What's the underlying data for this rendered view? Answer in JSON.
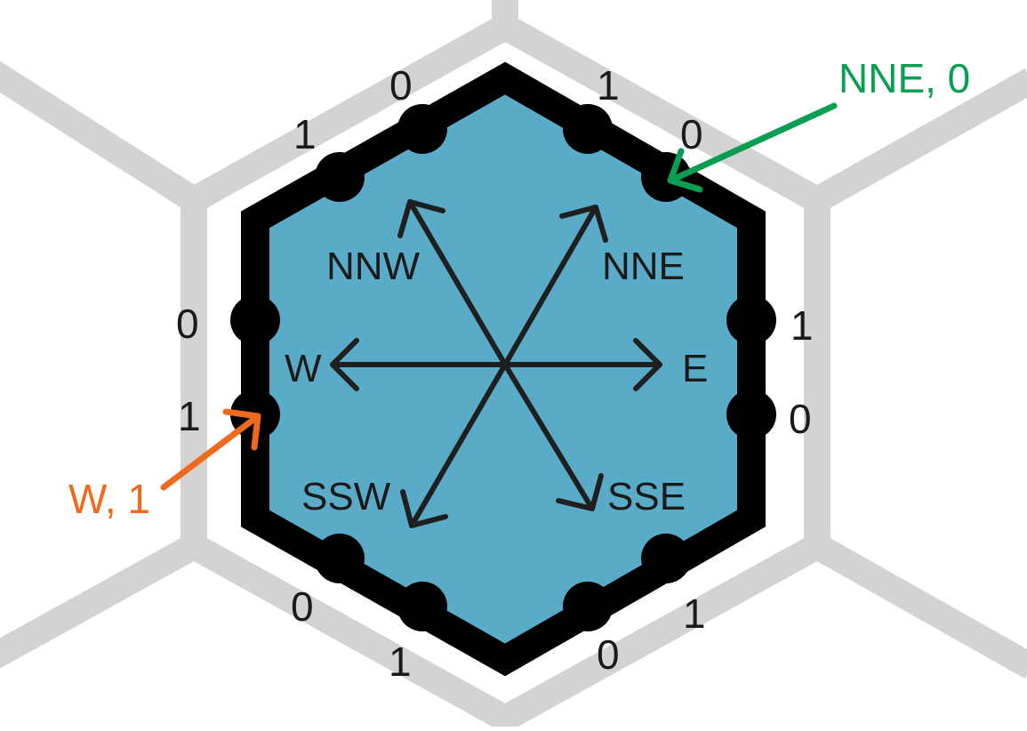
{
  "colors": {
    "background": "#ffffff",
    "grid": "#d3d3d3",
    "hex_fill": "#5aabc8",
    "hex_border": "#000000",
    "arrow": "#1f1f1f",
    "callout_green": "#0a9e52",
    "callout_orange": "#f06a1c"
  },
  "directions": {
    "nnw": "NNW",
    "nne": "NNE",
    "w": "W",
    "e": "E",
    "ssw": "SSW",
    "sse": "SSE"
  },
  "ports": {
    "top_left_upper": "0",
    "top_left_lower": "1",
    "top_right_upper": "1",
    "top_right_lower": "0",
    "left_upper": "0",
    "left_lower": "1",
    "right_upper": "1",
    "right_lower": "0",
    "bottom_left_upper": "0",
    "bottom_left_lower": "1",
    "bottom_right_upper": "1",
    "bottom_right_lower": "0"
  },
  "callouts": {
    "nne_zero": "NNE, 0",
    "w_one": "W, 1"
  }
}
